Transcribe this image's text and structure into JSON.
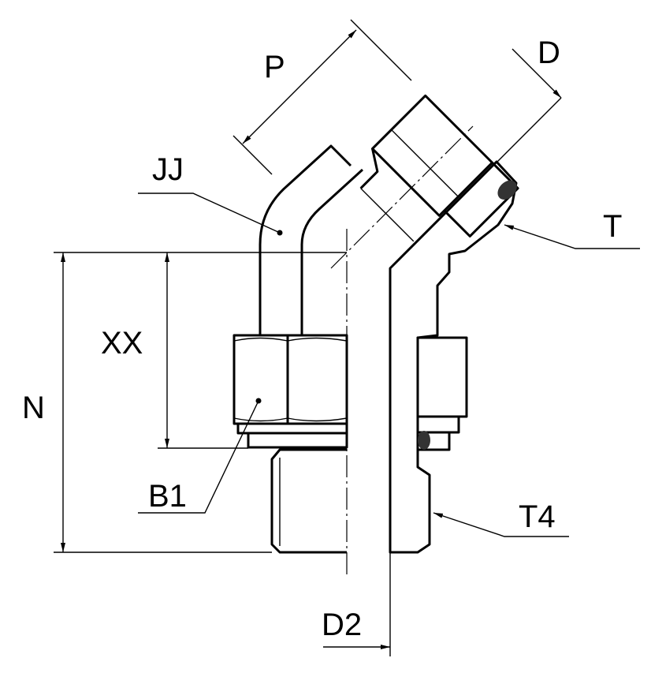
{
  "drawing": {
    "title": "45° adjustable elbow fitting dimension drawing",
    "labels": {
      "P": "P",
      "D": "D",
      "JJ": "JJ",
      "T": "T",
      "XX": "XX",
      "N": "N",
      "B1": "B1",
      "T4": "T4",
      "D2": "D2"
    }
  }
}
